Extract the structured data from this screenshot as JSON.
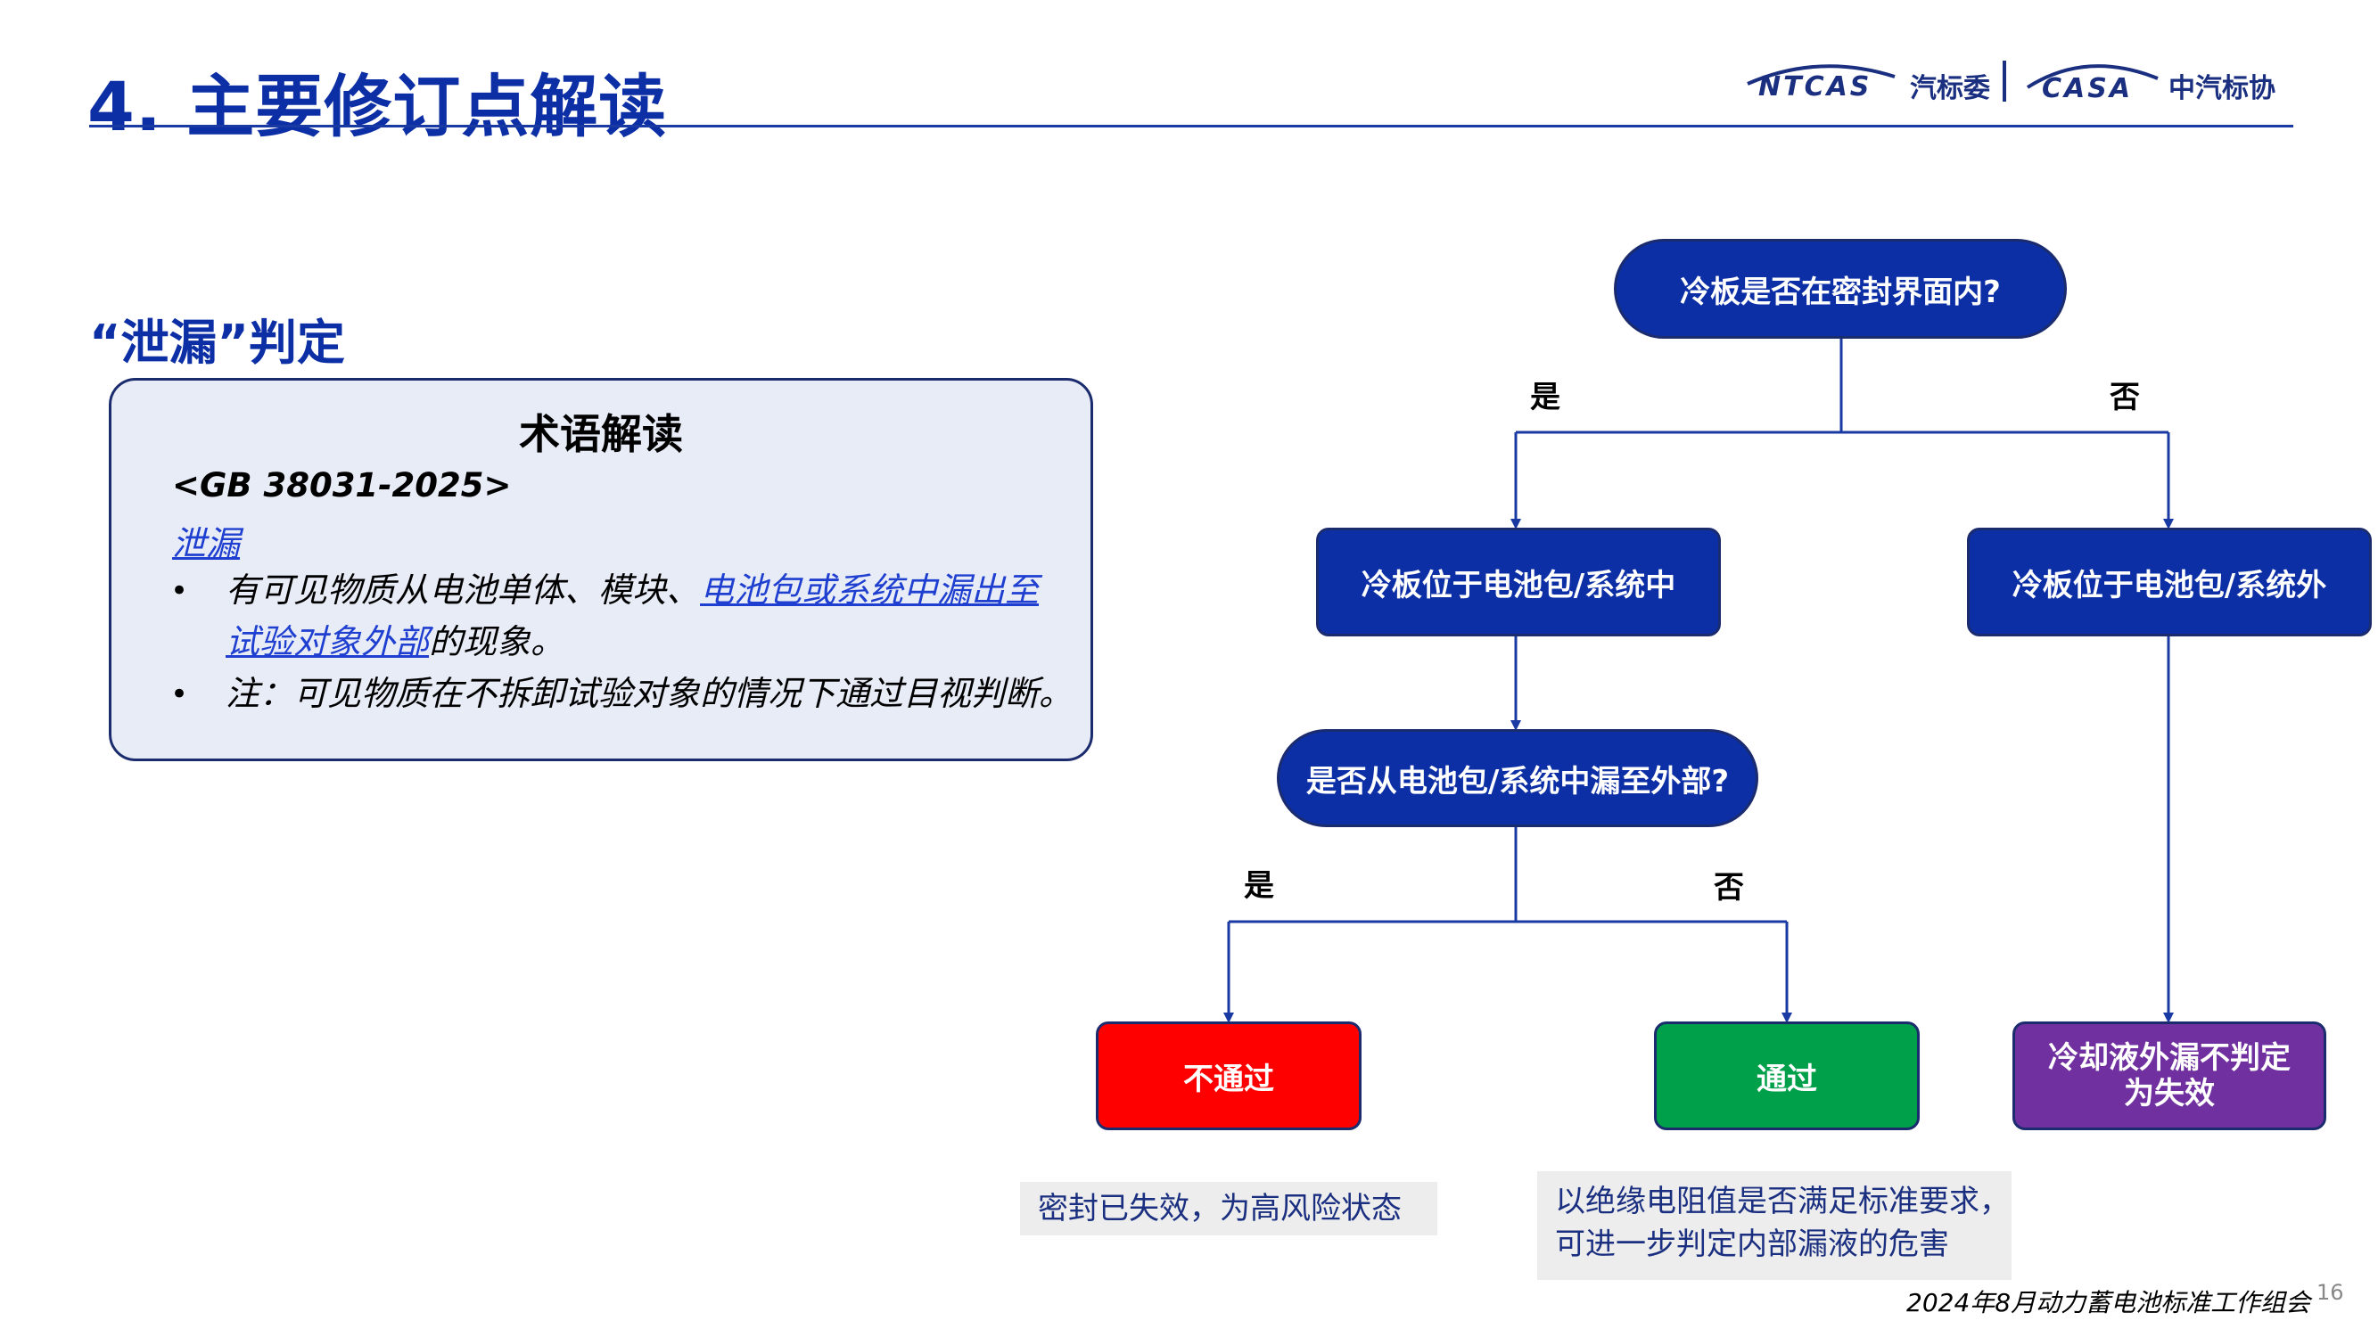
{
  "header": {
    "title": "4. 主要修订点解读",
    "logo_left_brand": "NTCAS",
    "logo_left_text": "汽标委",
    "logo_right_brand": "CASA",
    "logo_right_text": "中汽标协"
  },
  "section": {
    "subtitle": "“泄漏”判定"
  },
  "term_box": {
    "title": "术语解读",
    "standard": "<GB 38031-2025>",
    "term": "泄漏",
    "bullet1_part1": "有可见物质从电池单体、模块、",
    "bullet1_link1": "电池包或系统中漏出至",
    "bullet1_link2": "试验对象外部",
    "bullet1_part2": "的现象。",
    "bullet2": "注：可见物质在不拆卸试验对象的情况下通过目视判断。",
    "bullet_symbol": "•"
  },
  "flowchart": {
    "q1": "冷板是否在密封界面内?",
    "q1_yes": "是",
    "q1_no": "否",
    "inside": "冷板位于电池包/系统中",
    "outside": "冷板位于电池包/系统外",
    "q2": "是否从电池包/系统中漏至外部?",
    "q2_yes": "是",
    "q2_no": "否",
    "fail": "不通过",
    "pass": "通过",
    "coolant_line1": "冷却液外漏不判定",
    "coolant_line2": "为失效",
    "note_fail": "密封已失效，为高风险状态",
    "note_pass_line1": "以绝缘电阻值是否满足标准要求，",
    "note_pass_line2": "可进一步判定内部漏液的危害"
  },
  "footer": {
    "org": "2024年8月动力蓄电池标准工作组会",
    "page": "16"
  },
  "colors": {
    "primary_blue": "#0d2fa6",
    "fail_red": "#ff0000",
    "pass_green": "#00a04a",
    "purple": "#7030a0",
    "term_box_bg": "#e8ecf6"
  }
}
